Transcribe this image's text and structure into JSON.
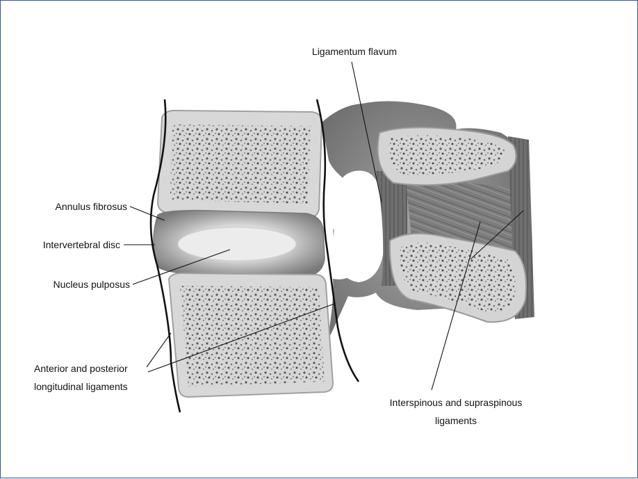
{
  "labels": {
    "ligamentum_flavum": "Ligamentum flavum",
    "annulus_fibrosus": "Annulus fibrosus",
    "intervertebral_disc": "Intervertebral disc",
    "nucleus_pulposus": "Nucleus pulposus",
    "longitudinal_line1": "Anterior and posterior",
    "longitudinal_line2": "longitudinal ligaments",
    "interspinous_line1": "Interspinous and supraspinous",
    "interspinous_line2": "ligaments"
  },
  "colors": {
    "frame_border": "#2a5b94",
    "bone_fill": "#dcdcdc",
    "tissue_fill": "#8a8a8a",
    "disc_fill": "#9a9a9a",
    "nucleus_fill": "#e6e6e6"
  }
}
